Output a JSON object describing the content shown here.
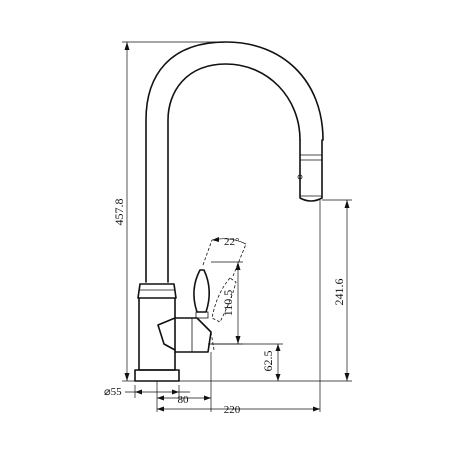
{
  "dimensions": {
    "total_height": "457.8",
    "spout_outlet_height": "241.6",
    "lever_height": "110.5",
    "body_height": "62.5",
    "lever_angle": "22°",
    "base_diameter": "⌀55",
    "body_depth": "80",
    "spout_reach": "220"
  }
}
